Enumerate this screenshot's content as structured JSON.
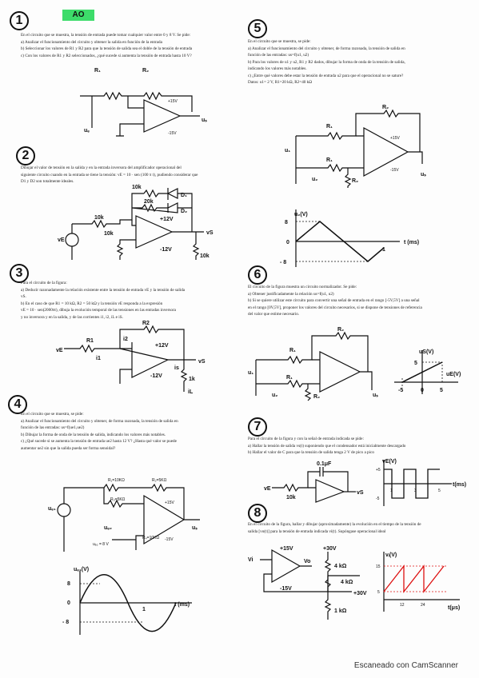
{
  "badge": "AO",
  "footer": "Escaneado con CamScanner",
  "p1": {
    "num": "1",
    "lines": [
      "En el circuito que se muestra, la tensión de entrada puede tomar cualquier valor entre 0 y 8 V. Se pide:",
      "a)  Analizar el funcionamiento del circuito y obtener la salida en función de la entrada",
      "b)  Seleccionar los valores de R1 y R2 para que la tensión de salida sea el doble de la tensión de entrada",
      "c)  Con los valores de R1 y R2 seleccionados, ¿qué sucede si aumenta la tensión de entrada hasta 10 V?"
    ],
    "labels": {
      "r1": "R₁",
      "r2": "R₂",
      "vp": "+15V",
      "vn": "-15V",
      "ve": "uₑ",
      "vs": "uₛ"
    }
  },
  "p2": {
    "num": "2",
    "lines": [
      "Dibujar el valor de tensión en la salida y en la entrada inversora del amplificador operacional del",
      "siguiente circuito cuando en la entrada se tiene la tensión: vE = 10 · sen (100 π t), pudiendo considerar que",
      "D1 y D2 son totalmente ideales."
    ],
    "labels": {
      "r10k": "10k",
      "r20k": "20k",
      "rin": "10k",
      "rg": "10k",
      "rl": "10k",
      "d1": "D₁",
      "d2": "D₂",
      "vp": "+12V",
      "vn": "-12V",
      "ve": "vE",
      "vs": "vS"
    }
  },
  "p3": {
    "num": "3",
    "lines": [
      "Para el circuito de la figura:",
      "a)  Deducir razonadamente la relación existente entre la tensión de entrada vE y la tensión de salida",
      "    vS.",
      "b)  En el caso de que R1 = 10 kΩ, R2 = 50 kΩ y la tensión vE responda a la expresión",
      "    vE = 10 · sen(2000πt), dibuja la evolución temporal de las tensiones en las entradas inversora",
      "    y no inversora y en la salida, y de las corrientes i1, i2, iL e iS."
    ],
    "labels": {
      "r1": "R1",
      "r2": "R2",
      "i1": "i1",
      "i2": "i2",
      "is": "is",
      "il": "iL",
      "rl": "1k",
      "vp": "+12V",
      "vn": "-12V",
      "ve": "vE",
      "vs": "vS"
    }
  },
  "p4": {
    "num": "4",
    "lines": [
      "En el circuito que se muestra, se pide:",
      "a)  Analizar el funcionamiento del circuito y obtener, de forma razonada, la tensión de salida en",
      "    función de las entradas: us=f(ue1,ue2)",
      "b)  Dibujar la forma de onda de la tensión de salida, indicando los valores más notables.",
      "c)  ¿Qué sucede si se aumenta la tensión de entrada ue2 hasta 12 V? ¿Hasta qué valor se puede",
      "    aumentar ue2 sin que la salida pueda ser forma senoidal?"
    ],
    "labels": {
      "r1": "R₁=10KΩ",
      "r2": "R₂=5KΩ",
      "r3": "R₃=5KΩ",
      "r4": "R₄=10KΩ",
      "vp": "+15V",
      "vn": "-15V",
      "ue1": "uₑ₁",
      "ue2": "uₑ₂",
      "ue2v": "uₑ₂ = 8 V",
      "us": "uₛ"
    },
    "graph": {
      "ylabel": "uₑ₁(V)",
      "xlabel": "t (ms)",
      "yticks": [
        "8",
        "0",
        "- 8"
      ],
      "xtick": "1"
    }
  },
  "p5": {
    "num": "5",
    "lines": [
      "En el circuito que se muestra, se pide:",
      "a)  Analizar el funcionamiento del circuito y obtener, de forma razonada, la tensión de salida en",
      "    función de las entradas: us=f(u1, u2)",
      "b)  Para los valores de u1 y u2, R1 y R2 dados, dibujar la forma de onda de la tensión de salida,",
      "    indicando los valores más notables.",
      "c)  ¿Entre qué valores debe estar la tensión de entrada u2 para que el operacional no se sature?",
      "    Datos:  u1= 2 V,  R1=20 kΩ,  R2=40 kΩ"
    ],
    "labels": {
      "r1": "R₁",
      "r1b": "R₁",
      "r2": "R₂",
      "r2b": "R₂",
      "vp": "+15V",
      "vn": "-15V",
      "u1": "u₁",
      "u2": "u₂",
      "us": "uₛ"
    },
    "graph": {
      "ylabel": "u₂(V)",
      "xlabel": "t (ms)",
      "yticks": [
        "8",
        "0",
        "- 8"
      ],
      "xtick": "1"
    }
  },
  "p6": {
    "num": "6",
    "lines": [
      "El circuito de la figura muestra un circuito normalizador. Se pide:",
      "a) Obtener justificadamente la relación us=f(u1, u2)",
      "b) Si se quiere utilizar este circuito para convertir una señal de entrada en el rango [-5V,5V] a una señal",
      "en el rango [0V,5V], proponer los valores del circuito necesarios, si se dispone de tensiones de referencia",
      "del valor que estime necesario."
    ],
    "labels": {
      "r1": "R₁",
      "r1b": "R₁",
      "r2": "R₂",
      "r2b": "R₂",
      "u1": "u₁",
      "u2": "u₂",
      "us": "uₛ"
    },
    "graph": {
      "ylabel": "uS(V)",
      "xlabel": "uE(V)",
      "ticks": [
        "5",
        "-5",
        "0",
        "5"
      ]
    }
  },
  "p7": {
    "num": "7",
    "lines": [
      "Para el circuito de la figura y con la señal de entrada indicada se pide:",
      "a)  Hallar la tensión de salida vs(t) suponiendo que el condensador está inicialmente descargado",
      "b)  Hallar el valor de C para que la tensión de salida tenga 2 V de pico a pico"
    ],
    "labels": {
      "c": "0.1μF",
      "r": "10k",
      "ve": "vE",
      "vs": "vS"
    },
    "graph": {
      "ylabel": "vE(V)",
      "xlabel": "t(ms)",
      "yticks": [
        "+5",
        "-5"
      ],
      "xticks": [
        "1",
        "3",
        "5"
      ]
    }
  },
  "p8": {
    "num": "8",
    "lines": [
      "En el circuito de la figura, hallar y dibujar (aproximadamente) la evolución en el tiempo de la tensión de",
      "salida [vo(t)] para la tensión de entrada indicada vi(t). Supóngase operacional ideal"
    ],
    "labels": {
      "vi": "Vi",
      "vo": "Vo",
      "vp": "+15V",
      "vn": "-15V",
      "v30": "+30V",
      "v30b": "+30V",
      "r1": "4 kΩ",
      "r2": "4 kΩ",
      "r3": "1 kΩ"
    },
    "graph": {
      "ylabel": "vᵢ(V)",
      "xlabel": "t(μs)",
      "yticks": [
        "15",
        "5"
      ],
      "xticks": [
        "12",
        "24"
      ]
    }
  }
}
